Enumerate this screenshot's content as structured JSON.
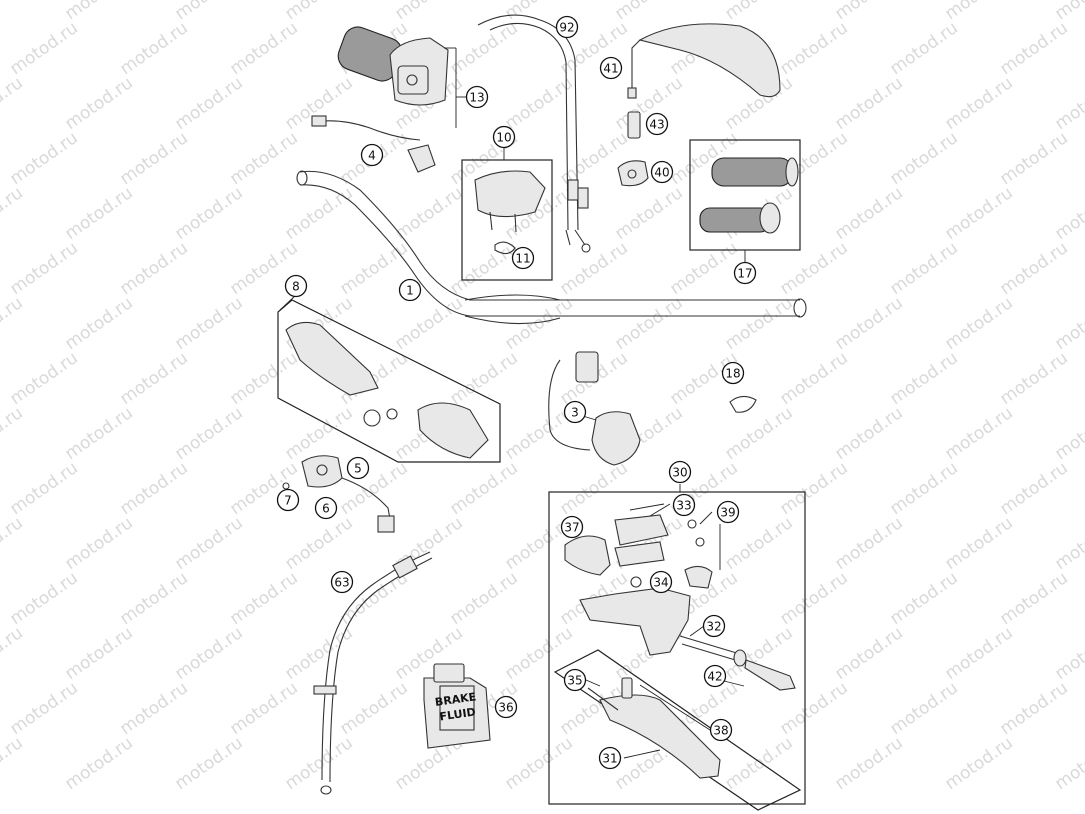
{
  "watermark": "motod.ru",
  "callouts": [
    {
      "id": "1",
      "label": "1"
    },
    {
      "id": "3",
      "label": "3"
    },
    {
      "id": "4",
      "label": "4"
    },
    {
      "id": "5",
      "label": "5"
    },
    {
      "id": "6",
      "label": "6"
    },
    {
      "id": "7",
      "label": "7"
    },
    {
      "id": "8",
      "label": "8"
    },
    {
      "id": "10",
      "label": "10"
    },
    {
      "id": "11",
      "label": "11"
    },
    {
      "id": "13",
      "label": "13"
    },
    {
      "id": "17",
      "label": "17"
    },
    {
      "id": "18",
      "label": "18"
    },
    {
      "id": "30",
      "label": "30"
    },
    {
      "id": "31",
      "label": "31"
    },
    {
      "id": "32",
      "label": "32"
    },
    {
      "id": "33",
      "label": "33"
    },
    {
      "id": "34",
      "label": "34"
    },
    {
      "id": "35",
      "label": "35"
    },
    {
      "id": "36",
      "label": "36"
    },
    {
      "id": "37",
      "label": "37"
    },
    {
      "id": "38",
      "label": "38"
    },
    {
      "id": "39",
      "label": "39"
    },
    {
      "id": "40",
      "label": "40"
    },
    {
      "id": "41",
      "label": "41"
    },
    {
      "id": "42",
      "label": "42"
    },
    {
      "id": "43",
      "label": "43"
    },
    {
      "id": "63",
      "label": "63"
    },
    {
      "id": "92",
      "label": "92"
    }
  ],
  "bottle_label": {
    "line1": "BRAKE",
    "line2": "FLUID"
  }
}
